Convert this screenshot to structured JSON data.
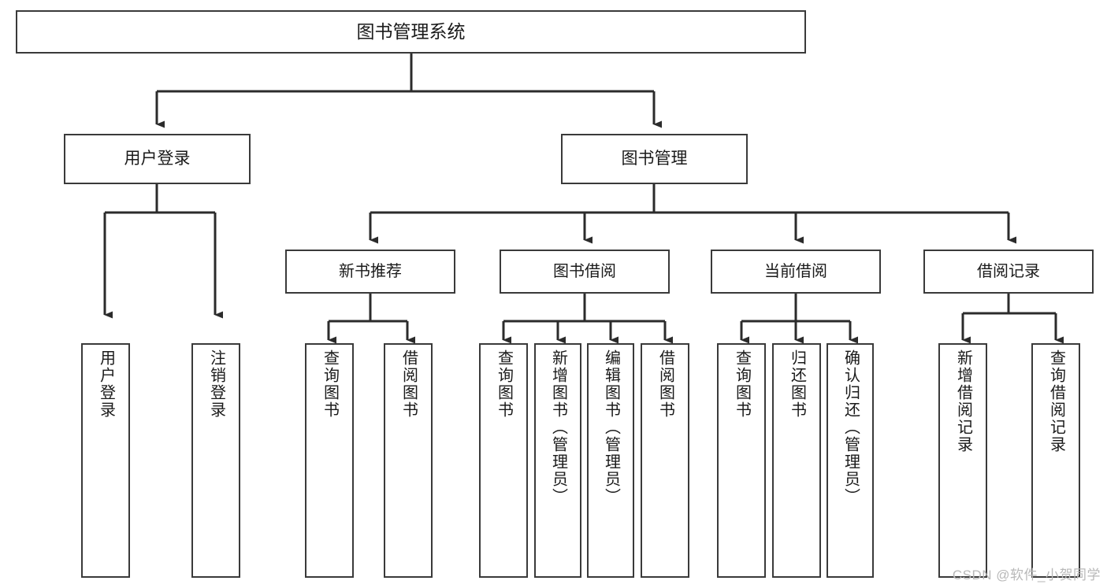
{
  "diagram": {
    "title": "图书管理系统",
    "type": "tree-hierarchy-chart",
    "root": {
      "label": "图书管理系统"
    },
    "level2": [
      {
        "label": "用户登录"
      },
      {
        "label": "图书管理"
      }
    ],
    "level3": [
      {
        "label": "新书推荐"
      },
      {
        "label": "图书借阅"
      },
      {
        "label": "当前借阅"
      },
      {
        "label": "借阅记录"
      }
    ],
    "leaves": {
      "user_login": [
        {
          "label": "用户登录"
        },
        {
          "label": "注销登录"
        }
      ],
      "new_book_recommend": [
        {
          "label": "查询图书"
        },
        {
          "label": "借阅图书"
        }
      ],
      "book_borrow": [
        {
          "label": "查询图书"
        },
        {
          "label": "新增图书（管理员）"
        },
        {
          "label": "编辑图书（管理员）"
        },
        {
          "label": "借阅图书"
        }
      ],
      "current_borrow": [
        {
          "label": "查询图书"
        },
        {
          "label": "归还图书"
        },
        {
          "label": "确认归还（管理员）"
        }
      ],
      "borrow_record": [
        {
          "label": "新增借阅记录"
        },
        {
          "label": "查询借阅记录"
        }
      ]
    }
  },
  "watermark": {
    "text": "CSDN @软件_小贺同学"
  },
  "colors": {
    "stroke": "#3a3a3a",
    "background": "#ffffff",
    "text": "#1a1a1a",
    "watermark": "#b8b8b8"
  }
}
